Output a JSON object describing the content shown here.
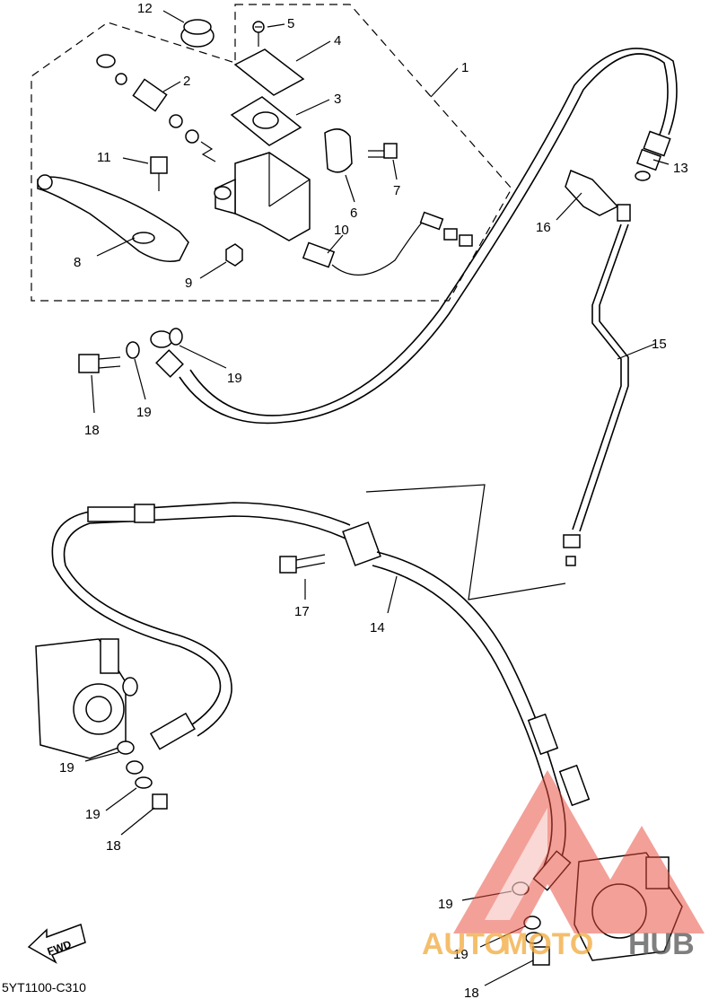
{
  "diagram": {
    "code": "5YT1100-C310",
    "fwd_label": "FWD",
    "watermark": {
      "part1": "AUTO",
      "part2": "MOTO",
      "part3": "HUB",
      "color_red": "#e84a3c",
      "color_orange": "#f2a93b",
      "color_gray": "#555555"
    },
    "callouts": {
      "c1": "1",
      "c2": "2",
      "c3": "3",
      "c4": "4",
      "c5": "5",
      "c6": "6",
      "c7": "7",
      "c8": "8",
      "c9": "9",
      "c10": "10",
      "c11": "11",
      "c12": "12",
      "c13": "13",
      "c14": "14",
      "c15": "15",
      "c16": "16",
      "c17": "17",
      "c18a": "18",
      "c19a": "19",
      "c19b": "19",
      "c19c": "19",
      "c19d": "19",
      "c18b": "18",
      "c19e": "19",
      "c19f": "19",
      "c18c": "18"
    }
  }
}
